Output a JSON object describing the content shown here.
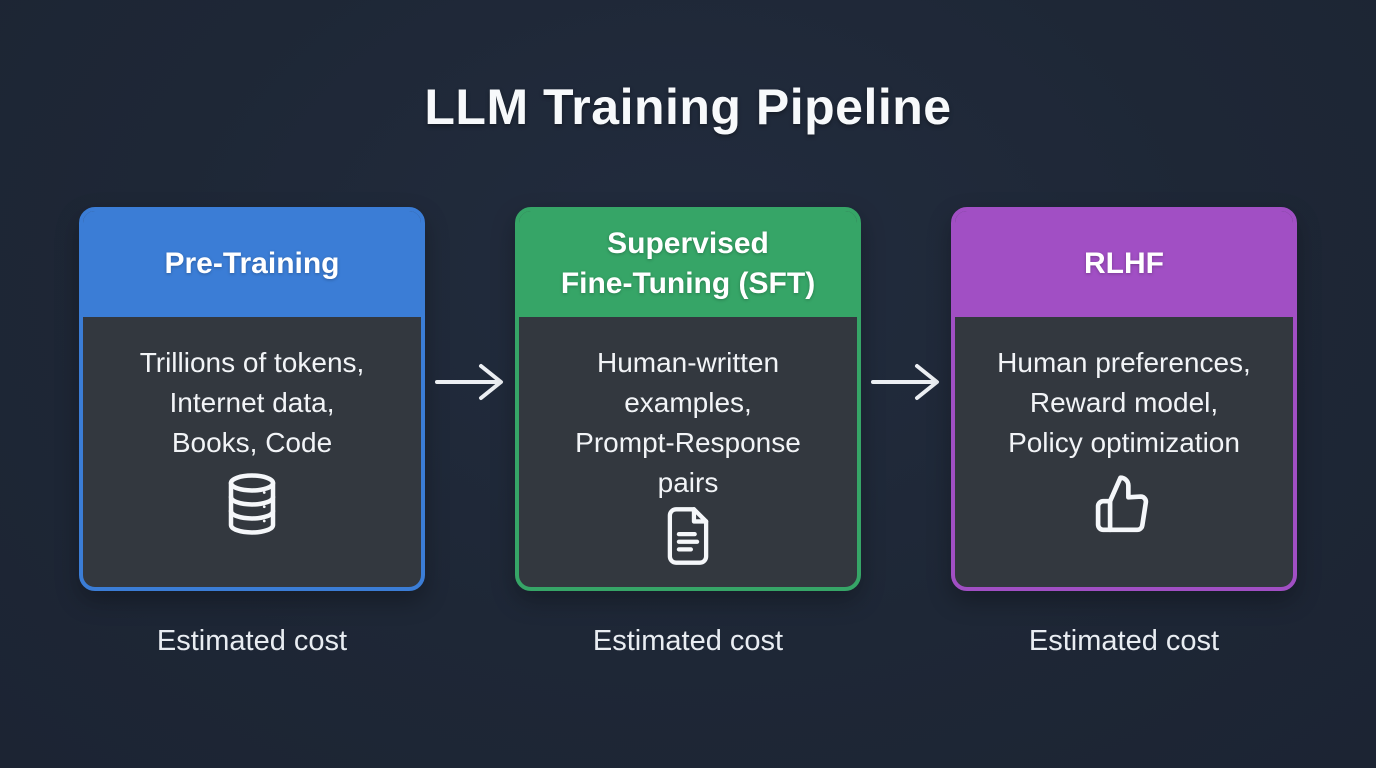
{
  "page": {
    "title": "LLM Training Pipeline",
    "background_color": "#1e2737",
    "card_body_color": "#33383f",
    "arrow_color": "#eceff3"
  },
  "cards": [
    {
      "header": "Pre-Training",
      "body": "Trillions of tokens,\nInternet data,\nBooks, Code",
      "icon": "database-icon",
      "accent_color": "#3b7dd6",
      "cost_label": "Estimated cost"
    },
    {
      "header": "Supervised\nFine-Tuning (SFT)",
      "body": "Human-written\nexamples,\nPrompt-Response\npairs",
      "icon": "document-icon",
      "accent_color": "#36a567",
      "cost_label": "Estimated cost"
    },
    {
      "header": "RLHF",
      "body": "Human preferences,\nReward model,\nPolicy optimization",
      "icon": "thumbs-up-icon",
      "accent_color": "#a14fc4",
      "cost_label": "Estimated cost"
    }
  ]
}
